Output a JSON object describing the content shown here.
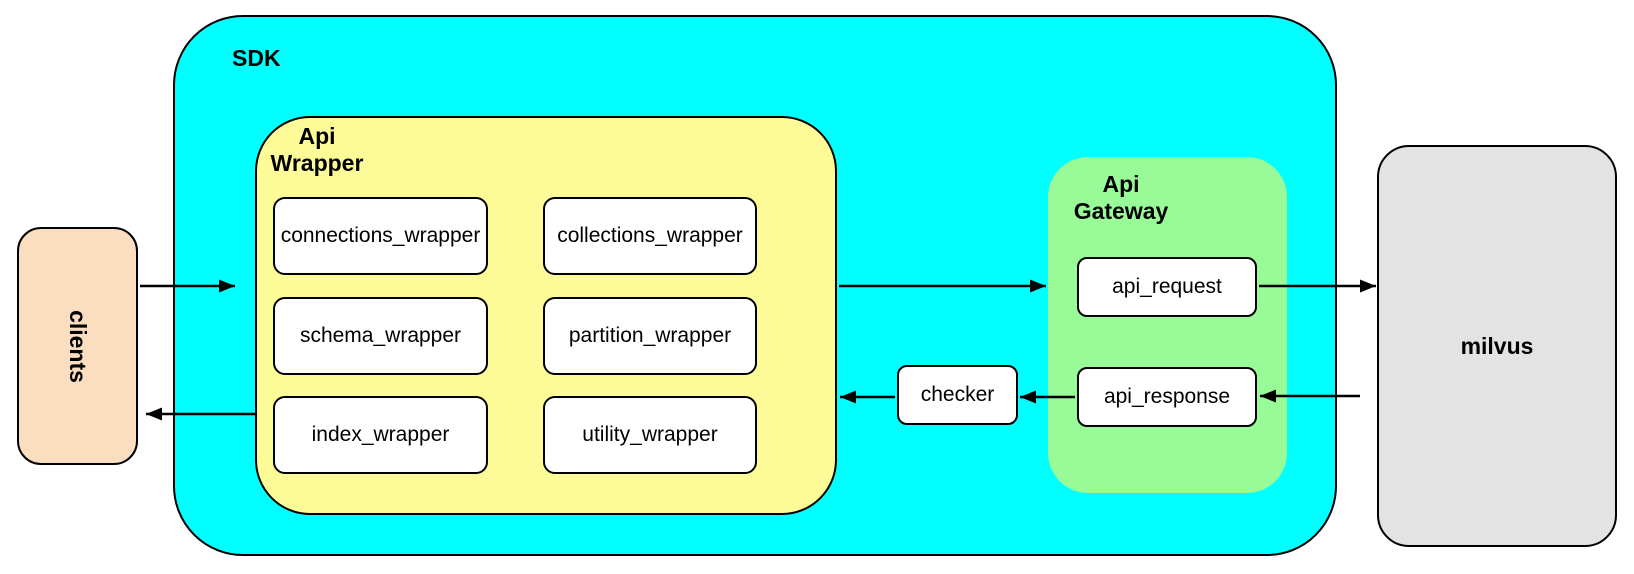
{
  "colors": {
    "sdk_fill": "#00FFFF",
    "api_wrapper_fill": "#FCFB98",
    "api_gateway_fill": "#98FB98",
    "clients_fill": "#FBDEC0",
    "milvus_fill": "#E3E3E3",
    "node_fill": "#FFFFFF",
    "border": "#000000",
    "arrow": "#000000"
  },
  "nodes": {
    "clients": {
      "label": "clients"
    },
    "sdk": {
      "label": "SDK",
      "api_wrapper": {
        "label_line1": "Api",
        "label_line2": "Wrapper",
        "items": [
          {
            "label": "connections_wrapper"
          },
          {
            "label": "collections_wrapper"
          },
          {
            "label": "schema_wrapper"
          },
          {
            "label": "partition_wrapper"
          },
          {
            "label": "index_wrapper"
          },
          {
            "label": "utility_wrapper"
          }
        ]
      },
      "checker": {
        "label": "checker"
      },
      "api_gateway": {
        "label_line1": "Api",
        "label_line2": "Gateway",
        "items": [
          {
            "label": "api_request"
          },
          {
            "label": "api_response"
          }
        ]
      }
    },
    "milvus": {
      "label": "milvus"
    }
  },
  "edges": [
    {
      "name": "clients-to-api-wrapper",
      "direction": "right"
    },
    {
      "name": "api-wrapper-to-clients",
      "direction": "left"
    },
    {
      "name": "api-wrapper-to-api-gateway",
      "direction": "right"
    },
    {
      "name": "api-request-to-milvus",
      "direction": "right"
    },
    {
      "name": "milvus-to-api-response",
      "direction": "left"
    },
    {
      "name": "api-response-to-checker",
      "direction": "left"
    },
    {
      "name": "checker-to-api-wrapper",
      "direction": "left"
    }
  ]
}
